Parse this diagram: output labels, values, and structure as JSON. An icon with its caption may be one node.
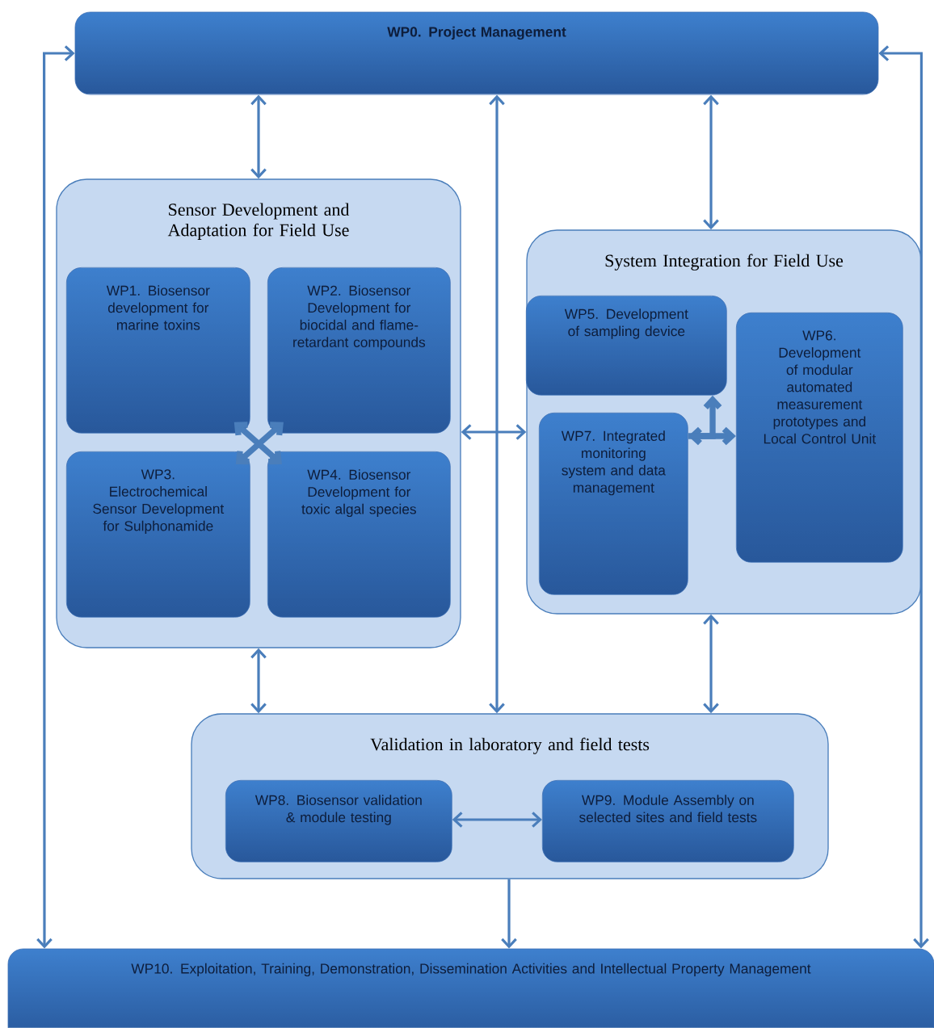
{
  "diagram": {
    "nodes": [
      {
        "text": [
          "WP0. Project Management"
        ]
      },
      {
        "text": [
          "Sensor Development and Adaptation for Field Use"
        ]
      },
      {
        "text": [
          "WP1. Biosensor development for marine toxins"
        ],
        "in": 1
      },
      {
        "text": [
          "WP2. Biosensor Development for biocidal and flame-retardant compounds"
        ],
        "in": 1
      },
      {
        "text": [
          "WP3. Electrochemical Sensor Development for Sulphonamide"
        ],
        "in": 1
      },
      {
        "text": [
          "WP4. Biosensor Development for toxic algal species"
        ],
        "in": 1
      },
      {
        "text": [
          "System Integration for Field Use"
        ]
      },
      {
        "text": [
          "WP5. Development of sampling device"
        ],
        "in": 6
      },
      {
        "text": [
          "WP6. Development of modular automated measurement prototypes and Local Control Unit"
        ],
        "in": 6
      },
      {
        "text": [
          "WP7. Integrated monitoring system and data management"
        ],
        "in": 6
      },
      {
        "text": [
          "Validation in laboratory and field tests"
        ]
      },
      {
        "text": [
          "WP8. Biosensor validation & module testing"
        ],
        "in": 10
      },
      {
        "text": [
          "WP9. Module Assembly on selected sites and field tests"
        ],
        "in": 10
      },
      {
        "text": [
          "WP10. Exploitation, Training, Demonstration, Dissemination Activities and Intellectual Property Management"
        ]
      }
    ],
    "edges": [
      {
        "from": 0,
        "to": 1,
        "arrow": "both"
      },
      {
        "from": 0,
        "to": 10,
        "arrow": "both"
      },
      {
        "from": 0,
        "to": 6,
        "arrow": "both"
      },
      {
        "from": 0,
        "to": 13,
        "arrow": "both"
      },
      {
        "from": 0,
        "to": 13,
        "arrow": "both"
      },
      {
        "from": 1,
        "to": 6,
        "arrow": "both"
      },
      {
        "from": 2,
        "to": 5,
        "arrow": "both",
        "style": "thick"
      },
      {
        "from": 3,
        "to": 4,
        "arrow": "both",
        "style": "thick"
      },
      {
        "from": 9,
        "to": 8,
        "arrow": "both",
        "style": "thick"
      },
      {
        "from": 9,
        "to": 7,
        "arrow": "to",
        "style": "thick"
      },
      {
        "from": 1,
        "to": 10,
        "arrow": "both"
      },
      {
        "from": 6,
        "to": 10,
        "arrow": "both"
      },
      {
        "from": 10,
        "to": 13,
        "arrow": "to"
      },
      {
        "from": 11,
        "to": 12,
        "arrow": "both"
      }
    ]
  }
}
